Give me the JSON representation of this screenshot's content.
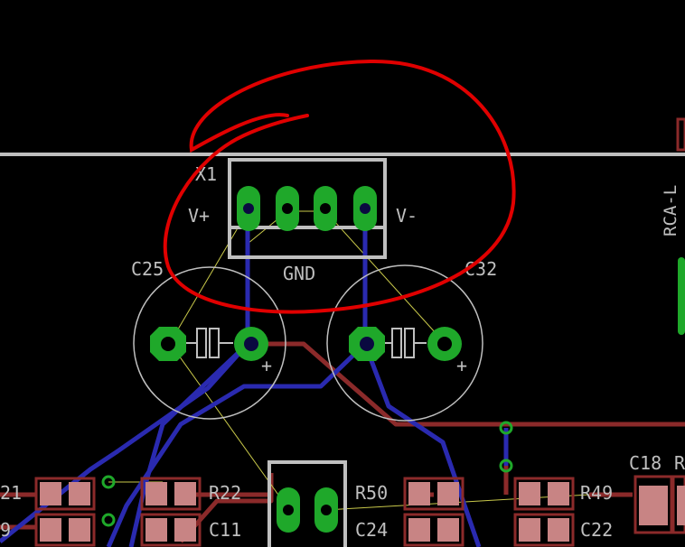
{
  "canvas": {
    "background": "#000000",
    "colors": {
      "silkscreen": "#bfbfbf",
      "top_copper": "#8b2a2a",
      "bottom_copper": "#2a2ab0",
      "pad": "#1fa82a",
      "via_hole": "#0a0a40",
      "ratsnest": "#c8c84a",
      "annotation": "#e00000"
    }
  },
  "connector_x1": {
    "name": "X1",
    "pin_left": "V+",
    "pin_right": "V-",
    "pin_middle": "GND"
  },
  "capacitors": {
    "c25": "C25",
    "c32": "C32",
    "polarity": "+"
  },
  "parts": {
    "r22": "R22",
    "c11": "C11",
    "r50": "R50",
    "c24": "C24",
    "r49": "R49",
    "c22": "C22",
    "c18": "C18",
    "c18_suffix": "R",
    "left_partial_top": "21",
    "left_partial_bottom": "9"
  },
  "connector_right": {
    "name": "RCA-L"
  },
  "annotation": {
    "type": "freehand-circle",
    "color": "#e00000"
  }
}
